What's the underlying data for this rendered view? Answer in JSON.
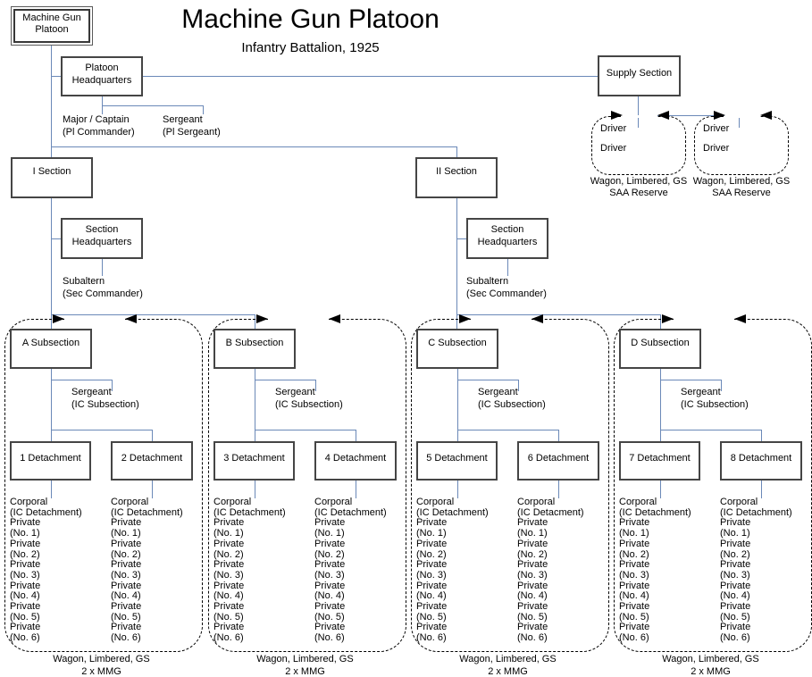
{
  "title": "Machine Gun Platoon",
  "subtitle": "Infantry Battalion, 1925",
  "colors": {
    "connector_line": "#6b89b8",
    "box_border": "#454545",
    "dashed_border": "#000000"
  },
  "root": {
    "lines": [
      "Machine Gun",
      "Platoon"
    ]
  },
  "platoon_hq": {
    "lines": [
      "Platoon",
      "Headquarters"
    ]
  },
  "hq_officers": [
    {
      "rank": "Major / Captain",
      "role": "(Pl Commander)"
    },
    {
      "rank": "Sergeant",
      "role": "(Pl Sergeant)"
    }
  ],
  "supply": {
    "label": "Supply Section",
    "wagons": [
      {
        "personnel": [
          "Driver",
          "Driver"
        ],
        "caption": [
          "Wagon, Limbered, GS",
          "SAA Reserve"
        ]
      },
      {
        "personnel": [
          "Driver",
          "Driver"
        ],
        "caption": [
          "Wagon, Limbered, GS",
          "SAA Reserve"
        ]
      }
    ]
  },
  "sections": [
    {
      "label": "I Section",
      "hq_lines": [
        "Section",
        "Headquarters"
      ],
      "officer": {
        "rank": "Subaltern",
        "role": "(Sec Commander)"
      }
    },
    {
      "label": "II Section",
      "hq_lines": [
        "Section",
        "Headquarters"
      ],
      "officer": {
        "rank": "Subaltern",
        "role": "(Sec Commander)"
      }
    }
  ],
  "subsection_sergeant": [
    "Sergeant",
    "(IC Subsection)"
  ],
  "subsections": [
    {
      "label": "A Subsection",
      "caption": [
        "Wagon, Limbered, GS",
        "2 x MMG"
      ],
      "detachments": [
        {
          "label": "1 Detachment",
          "personnel": [
            "Corporal",
            "(IC Detachment)",
            "Private",
            "(No. 1)",
            "Private",
            "(No. 2)",
            "Private",
            "(No. 3)",
            "Private",
            "(No. 4)",
            "Private",
            "(No. 5)",
            "Private",
            "(No. 6)"
          ]
        },
        {
          "label": "2 Detachment",
          "personnel": [
            "Corporal",
            "(IC Detachment)",
            "Private",
            "(No. 1)",
            "Private",
            "(No. 2)",
            "Private",
            "(No. 3)",
            "Private",
            "(No. 4)",
            "Private",
            "(No. 5)",
            "Private",
            "(No. 6)"
          ]
        }
      ]
    },
    {
      "label": "B Subsection",
      "caption": [
        "Wagon, Limbered, GS",
        "2 x MMG"
      ],
      "detachments": [
        {
          "label": "3 Detachment",
          "personnel": [
            "Corporal",
            "(IC Detachment)",
            "Private",
            "(No. 1)",
            "Private",
            "(No. 2)",
            "Private",
            "(No. 3)",
            "Private",
            "(No. 4)",
            "Private",
            "(No. 5)",
            "Private",
            "(No. 6)"
          ]
        },
        {
          "label": "4 Detachment",
          "personnel": [
            "Corporal",
            "(IC Detachment)",
            "Private",
            "(No. 1)",
            "Private",
            "(No. 2)",
            "Private",
            "(No. 3)",
            "Private",
            "(No. 4)",
            "Private",
            "(No. 5)",
            "Private",
            "(No. 6)"
          ]
        }
      ]
    },
    {
      "label": "C Subsection",
      "caption": [
        "Wagon, Limbered, GS",
        "2 x MMG"
      ],
      "detachments": [
        {
          "label": "5 Detachment",
          "personnel": [
            "Corporal",
            "(IC Detachment)",
            "Private",
            "(No. 1)",
            "Private",
            "(No. 2)",
            "Private",
            "(No. 3)",
            "Private",
            "(No. 4)",
            "Private",
            "(No. 5)",
            "Private",
            "(No. 6)"
          ]
        },
        {
          "label": "6 Detachment",
          "personnel": [
            "Corporal",
            "(IC Detacment)",
            "Private",
            "(No. 1)",
            "Private",
            "(No. 2)",
            "Private",
            "(No. 3)",
            "Private",
            "(No. 4)",
            "Private",
            "(No. 5)",
            "Private",
            "(No. 6)"
          ]
        }
      ]
    },
    {
      "label": "D Subsection",
      "caption": [
        "Wagon, Limbered, GS",
        "2 x MMG"
      ],
      "detachments": [
        {
          "label": "7 Detachment",
          "personnel": [
            "Corporal",
            "(IC Detachment)",
            "Private",
            "(No. 1)",
            "Private",
            "(No. 2)",
            "Private",
            "(No. 3)",
            "Private",
            "(No. 4)",
            "Private",
            "(No. 5)",
            "Private",
            "(No. 6)"
          ]
        },
        {
          "label": "8 Detachment",
          "personnel": [
            "Corporal",
            "(IC Detachment)",
            "Private",
            "(No. 1)",
            "Private",
            "(No. 2)",
            "Private",
            "(No. 3)",
            "Private",
            "(No. 4)",
            "Private",
            "(No. 5)",
            "Private",
            "(No. 6)"
          ]
        }
      ]
    }
  ]
}
